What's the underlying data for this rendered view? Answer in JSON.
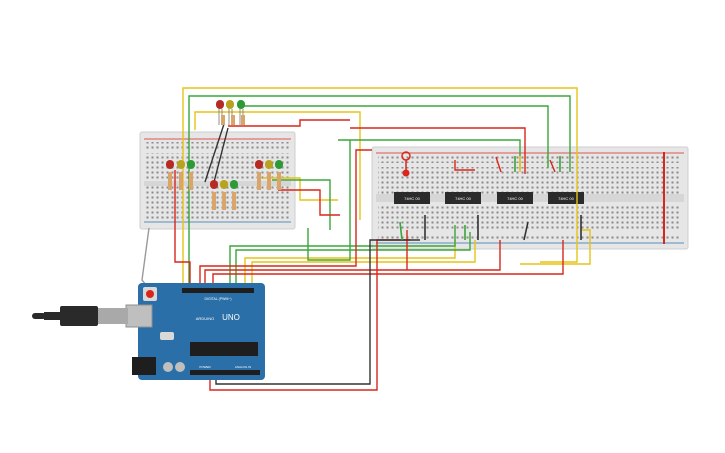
{
  "arduino": {
    "brand": "ARDUINO",
    "model": "UNO",
    "digital_label": "DIGITAL (PWM~)",
    "power_label": "POWER",
    "analog_label": "ANALOG IN"
  },
  "chips": [
    {
      "label": "74HC 00"
    },
    {
      "label": "74HC 00"
    },
    {
      "label": "74HC 00"
    },
    {
      "label": "74HC 00"
    }
  ],
  "colors": {
    "wire_red": "#d9261c",
    "wire_green": "#3aa53a",
    "wire_yellow": "#e7c418",
    "wire_black": "#333333",
    "board_blue": "#2a6fa8",
    "breadboard": "#e8e8e8",
    "led_red": "#b52a22",
    "led_yellow": "#b8a21e",
    "led_green": "#2e9a35"
  },
  "icons": [
    "usb-cable-icon",
    "resistor-icon",
    "led-icon",
    "chip-icon"
  ]
}
